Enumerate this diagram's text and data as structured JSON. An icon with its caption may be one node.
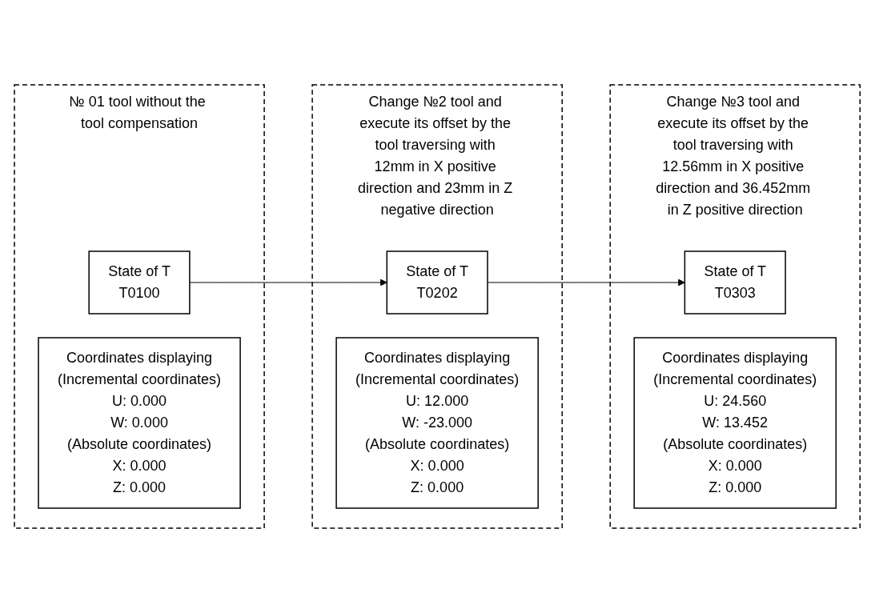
{
  "diagram": {
    "nodes": [
      {
        "text": [
          "№ 01 tool without the tool compensation"
        ]
      },
      {
        "text": [
          "State of T",
          "T0100"
        ],
        "in": 0
      },
      {
        "text": [
          "Coordinates displaying",
          "(Incremental coordinates)",
          "U: 0.000",
          "W: 0.000",
          "(Absolute coordinates)",
          "X: 0.000",
          "Z: 0.000"
        ],
        "in": 0
      },
      {
        "text": [
          "Change №2 tool and execute its offset by the tool traversing with 12mm in X positive direction and 23mm in Z negative direction"
        ]
      },
      {
        "text": [
          "State of T",
          "T0202"
        ],
        "in": 3
      },
      {
        "text": [
          "Coordinates displaying",
          "(Incremental coordinates)",
          "U: 12.000",
          "W: -23.000",
          "(Absolute coordinates)",
          "X: 0.000",
          "Z: 0.000"
        ],
        "in": 3
      },
      {
        "text": [
          "Change №3 tool and execute its offset by the tool traversing with 12.56mm in X positive direction and 36.452mm in Z positive direction"
        ]
      },
      {
        "text": [
          "State of T",
          "T0303"
        ],
        "in": 6
      },
      {
        "text": [
          "Coordinates displaying",
          "(Incremental coordinates)",
          "U: 24.560",
          "W: 13.452",
          "(Absolute coordinates)",
          "X: 0.000",
          "Z: 0.000"
        ],
        "in": 6
      }
    ],
    "edges": [
      {
        "from": 1,
        "to": 4,
        "arrow": "to"
      },
      {
        "from": 4,
        "to": 7,
        "arrow": "to"
      }
    ]
  }
}
